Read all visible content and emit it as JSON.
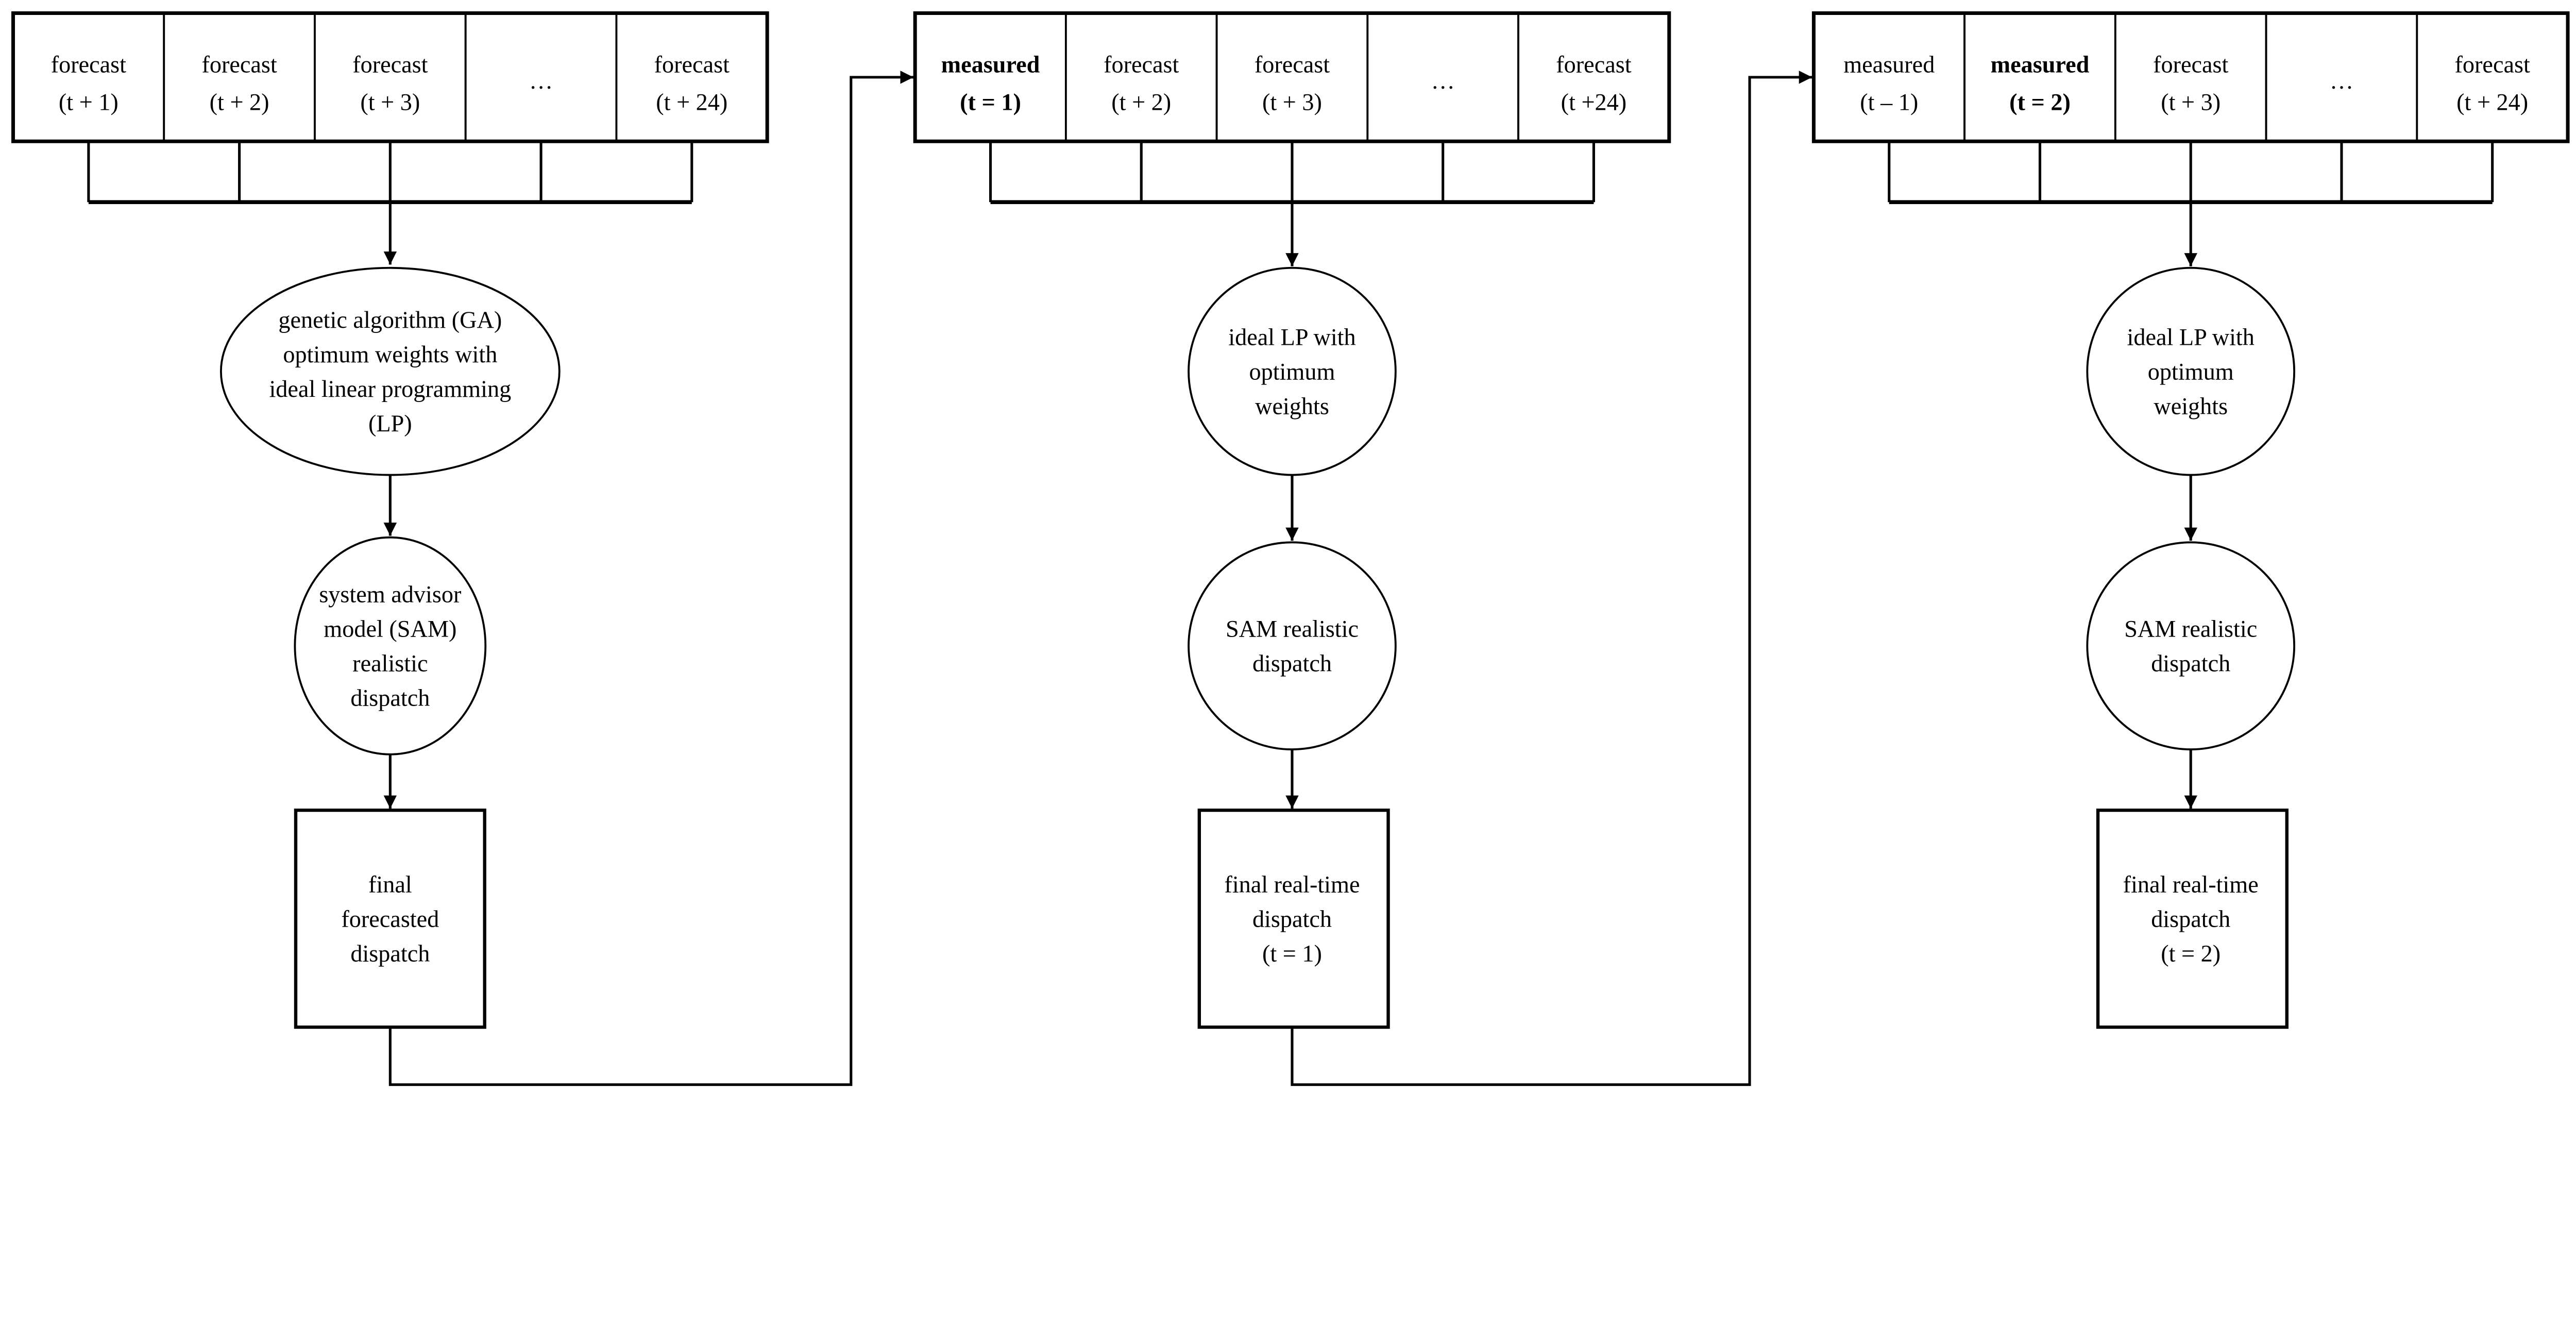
{
  "colors": {
    "stroke": "#000000",
    "background": "#ffffff"
  },
  "panels": [
    {
      "cells": [
        {
          "label": "forecast",
          "sub": "(t + 1)",
          "bold": false
        },
        {
          "label": "forecast",
          "sub": "(t + 2)",
          "bold": false
        },
        {
          "label": "forecast",
          "sub": "(t + 3)",
          "bold": false
        },
        {
          "label": "...",
          "sub": "",
          "bold": false
        },
        {
          "label": "forecast",
          "sub": "(t + 24)",
          "bold": false
        }
      ],
      "optimizer": {
        "shape": "ellipse",
        "lines": [
          "genetic algorithm (GA)",
          "optimum weights with",
          "ideal linear programming",
          "(LP)"
        ]
      },
      "dispatch": {
        "shape": "ellipse",
        "lines": [
          "system advisor",
          "model (SAM)",
          "realistic",
          "dispatch"
        ]
      },
      "result": {
        "lines": [
          "final",
          "forecasted",
          "dispatch"
        ]
      }
    },
    {
      "cells": [
        {
          "label": "measured",
          "sub": "(t = 1)",
          "bold": true
        },
        {
          "label": "forecast",
          "sub": "(t + 2)",
          "bold": false
        },
        {
          "label": "forecast",
          "sub": "(t + 3)",
          "bold": false
        },
        {
          "label": "...",
          "sub": "",
          "bold": false
        },
        {
          "label": "forecast",
          "sub": "(t +24)",
          "bold": false
        }
      ],
      "optimizer": {
        "shape": "circle",
        "lines": [
          "ideal LP with",
          "optimum",
          "weights"
        ]
      },
      "dispatch": {
        "shape": "circle",
        "lines": [
          "SAM realistic",
          "dispatch"
        ]
      },
      "result": {
        "lines": [
          "final real-time",
          "dispatch",
          "(t = 1)"
        ]
      }
    },
    {
      "cells": [
        {
          "label": "measured",
          "sub": "(t – 1)",
          "bold": false
        },
        {
          "label": "measured",
          "sub": "(t = 2)",
          "bold": true
        },
        {
          "label": "forecast",
          "sub": "(t + 3)",
          "bold": false
        },
        {
          "label": "...",
          "sub": "",
          "bold": false
        },
        {
          "label": "forecast",
          "sub": "(t + 24)",
          "bold": false
        }
      ],
      "optimizer": {
        "shape": "circle",
        "lines": [
          "ideal LP with",
          "optimum",
          "weights"
        ]
      },
      "dispatch": {
        "shape": "circle",
        "lines": [
          "SAM realistic",
          "dispatch"
        ]
      },
      "result": {
        "lines": [
          "final real-time",
          "dispatch",
          "(t = 2)"
        ]
      }
    }
  ]
}
